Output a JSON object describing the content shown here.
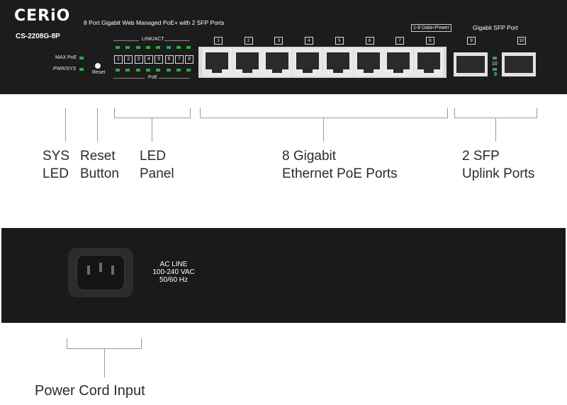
{
  "front": {
    "logo": "CERiO",
    "model": "CS-2208G-8P",
    "description": "8 Port Gigabit Web Managed PoE+ with 2 SFP Ports",
    "indicators": {
      "max_poe": "MAX PoE",
      "pwr_sys": "PWR/SYS",
      "reset": "Reset"
    },
    "led_panel": {
      "top_label": "LINK/ACT",
      "bottom_label": "PoE",
      "numbers": [
        "1",
        "2",
        "3",
        "4",
        "5",
        "6",
        "7",
        "8"
      ]
    },
    "ports": [
      "1",
      "2",
      "3",
      "4",
      "5",
      "6",
      "7",
      "8"
    ],
    "data_power_tag": "1-8 Data+Power",
    "sfp_header": "Gigabit SFP Port",
    "sfp_ports": [
      "9",
      "10"
    ],
    "sfp_led_labels": [
      "10",
      "9"
    ],
    "led_color": "#2ea84a"
  },
  "callouts": [
    {
      "line1": "SYS",
      "line2": "LED"
    },
    {
      "line1": "Reset",
      "line2": "Button"
    },
    {
      "line1": "LED",
      "line2": "Panel"
    },
    {
      "line1": "8 Gigabit",
      "line2": "Ethernet PoE Ports"
    },
    {
      "line1": "2 SFP",
      "line2": "Uplink Ports"
    }
  ],
  "rear": {
    "ac_line": [
      "AC LINE",
      "100-240 VAC",
      "50/60 Hz"
    ]
  },
  "rear_callout": "Power Cord Input"
}
